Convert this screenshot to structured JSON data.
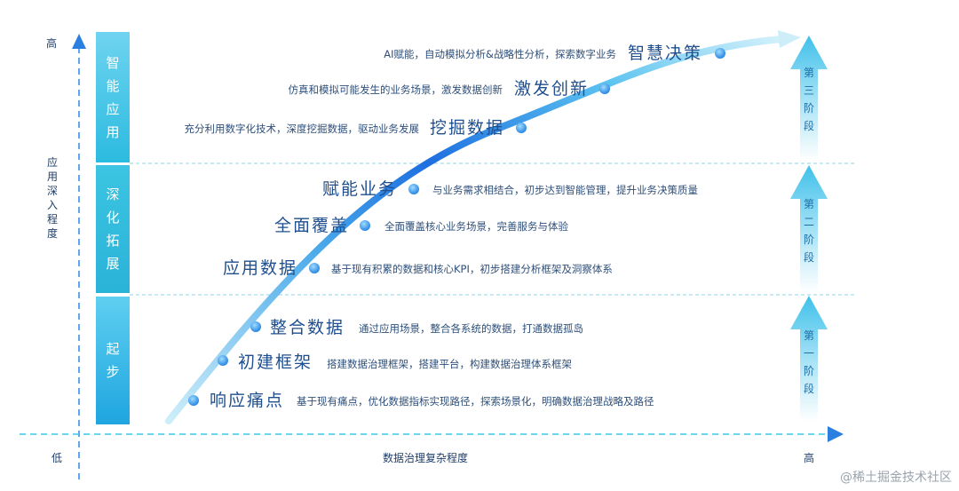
{
  "axes": {
    "y_high": "高",
    "y_label": "应用深入程度",
    "x_low": "低",
    "x_label": "数据治理复杂程度",
    "x_high": "高"
  },
  "stages": [
    {
      "label": "智能应用"
    },
    {
      "label": "深化拓展"
    },
    {
      "label": "起步"
    }
  ],
  "phase_arrows": [
    {
      "label": "第三阶段"
    },
    {
      "label": "第二阶段"
    },
    {
      "label": "第一阶段"
    }
  ],
  "steps": [
    {
      "title": "智慧决策",
      "desc": "AI赋能，自动模拟分析&战略性分析，探索数字业务"
    },
    {
      "title": "激发创新",
      "desc": "仿真和模拟可能发生的业务场景，激发数据创新"
    },
    {
      "title": "挖掘数据",
      "desc": "充分利用数字化技术，深度挖掘数据，驱动业务发展"
    },
    {
      "title": "赋能业务",
      "desc": "与业务需求相结合，初步达到智能管理，提升业务决策质量"
    },
    {
      "title": "全面覆盖",
      "desc": "全面覆盖核心业务场景，完善服务与体验"
    },
    {
      "title": "应用数据",
      "desc": "基于现有积累的数据和核心KPI，初步搭建分析框架及洞察体系"
    },
    {
      "title": "整合数据",
      "desc": "通过应用场景，整合各系统的数据，打通数据孤岛"
    },
    {
      "title": "初建框架",
      "desc": "搭建数据治理框架，搭建平台，构建数据治理体系框架"
    },
    {
      "title": "响应痛点",
      "desc": "基于现有痛点，优化数据指标实现路径，探索场景化，明确数据治理战略及路径"
    }
  ],
  "watermark": "@稀土掘金技术社区",
  "colors": {
    "accent": "#2a7fe0",
    "stage": "#35c3e0",
    "arrow": "#4cc7ea"
  }
}
